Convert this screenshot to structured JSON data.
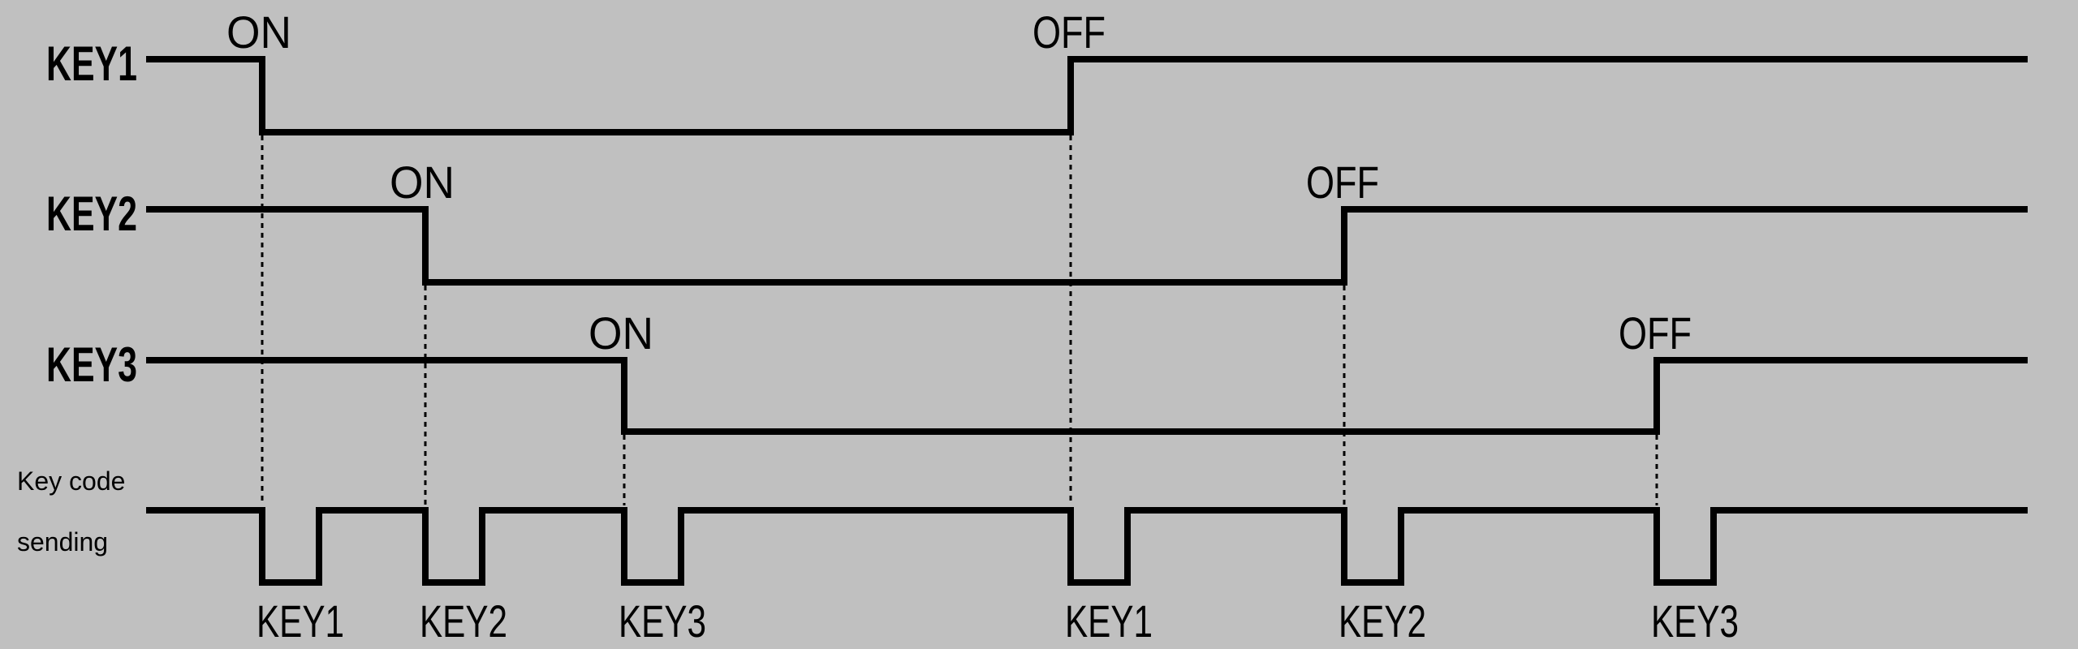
{
  "chart_data": {
    "type": "timing",
    "title": "",
    "colors": {
      "background": "#c0c0c0",
      "line": "#000000"
    },
    "signals": [
      {
        "name": "KEY1",
        "on_label": "ON",
        "off_label": "OFF",
        "on_event": 1,
        "off_event": 4
      },
      {
        "name": "KEY2",
        "on_label": "ON",
        "off_label": "OFF",
        "on_event": 2,
        "off_event": 5
      },
      {
        "name": "KEY3",
        "on_label": "ON",
        "off_label": "OFF",
        "on_event": 3,
        "off_event": 6
      }
    ],
    "keycode": {
      "label_line1": "Key code",
      "label_line2": "sending",
      "pulses": [
        {
          "event": 1,
          "label": "KEY1"
        },
        {
          "event": 2,
          "label": "KEY2"
        },
        {
          "event": 3,
          "label": "KEY3"
        },
        {
          "event": 4,
          "label": "KEY1"
        },
        {
          "event": 5,
          "label": "KEY2"
        },
        {
          "event": 6,
          "label": "KEY3"
        }
      ]
    }
  }
}
